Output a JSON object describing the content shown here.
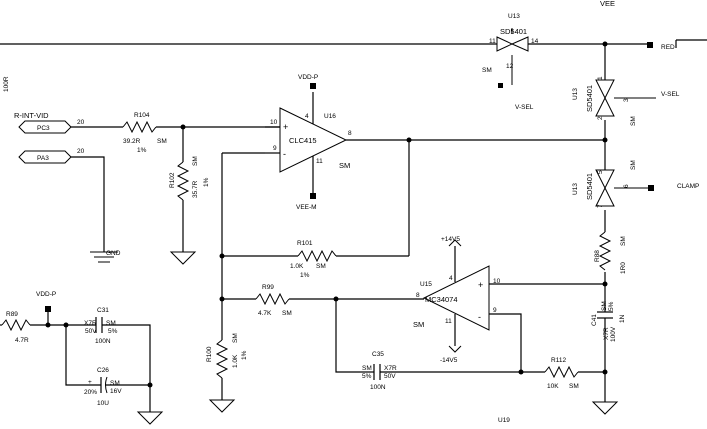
{
  "title_labels": {
    "u13_top": "U13",
    "vee_top": "VEE",
    "u19": "U19"
  },
  "nets": {
    "r_int_vid": "R-INT-VID",
    "pc3": "PC3",
    "pa3": "PA3",
    "pc3_pin": "20",
    "pa3_pin": "20",
    "gnd": "GND",
    "vdd_p": "VDD-P",
    "vdd_p2": "VDD-P",
    "vee_m": "VEE-M",
    "red": "RED",
    "v_sel": "V-SEL",
    "v_sel2": "V-SEL",
    "clamp": "CLAMP",
    "p14v5": "+14V5",
    "m14v5": "-14V5",
    "left_cut": "100R"
  },
  "u16": {
    "ref": "U16",
    "part": "CLC415",
    "pkg": "SM",
    "pin10": "10",
    "pin4": "4",
    "pin9": "9",
    "pin8": "8",
    "pin11": "11",
    "plus": "+",
    "minus": "-"
  },
  "u15": {
    "ref": "U15",
    "part": "MC34074",
    "pkg": "SM",
    "pin4": "4",
    "pin10": "10",
    "pin8": "8",
    "pin9": "9",
    "pin11": "11",
    "plus": "+",
    "minus": "-"
  },
  "u13a": {
    "part": "SD5401",
    "pkg": "SM",
    "pin11": "11",
    "pin14": "14",
    "pin12": "12"
  },
  "u13b": {
    "ref": "U13",
    "part": "SD5401",
    "pkg": "SM",
    "pin1": "1",
    "pin2": "2",
    "pin3": "3"
  },
  "u13c": {
    "ref": "U13",
    "part": "SD5401",
    "pkg": "SM",
    "pin5": "5",
    "pin6": "6",
    "pin7": "7"
  },
  "r104": {
    "ref": "R104",
    "value": "39.2R",
    "pkg": "SM",
    "tol": "1%"
  },
  "r102": {
    "ref": "R102",
    "value": "35.7R",
    "pkg": "SM",
    "tol": "1%"
  },
  "r101": {
    "ref": "R101",
    "value": "1.0K",
    "pkg": "SM",
    "tol": "1%"
  },
  "r99": {
    "ref": "R99",
    "value": "4.7K",
    "pkg": "SM"
  },
  "r100": {
    "ref": "R100",
    "value": "1.0K",
    "pkg": "SM",
    "tol": "1%"
  },
  "r112": {
    "ref": "R112",
    "value": "10K",
    "pkg": "SM"
  },
  "r88": {
    "ref": "R88",
    "value": "1R0",
    "pkg": "SM"
  },
  "r89": {
    "ref": "R89",
    "value": "4.7R"
  },
  "c31": {
    "ref": "C31",
    "value": "100N",
    "dielectric": "X7R",
    "volt": "50V",
    "pkg": "SM",
    "tol": "5%"
  },
  "c26": {
    "ref": "C26",
    "value": "10U",
    "tol": "20%",
    "pkg": "SM",
    "volt": "16V",
    "plus": "+"
  },
  "c35": {
    "ref": "C35",
    "value": "100N",
    "pkg": "SM",
    "tol": "5%",
    "dielectric": "X7R",
    "volt": "50V"
  },
  "c41": {
    "ref": "C41",
    "value": "1N",
    "pkg": "SM",
    "tol": "5%",
    "dielectric": "X7R",
    "volt": "100V"
  }
}
